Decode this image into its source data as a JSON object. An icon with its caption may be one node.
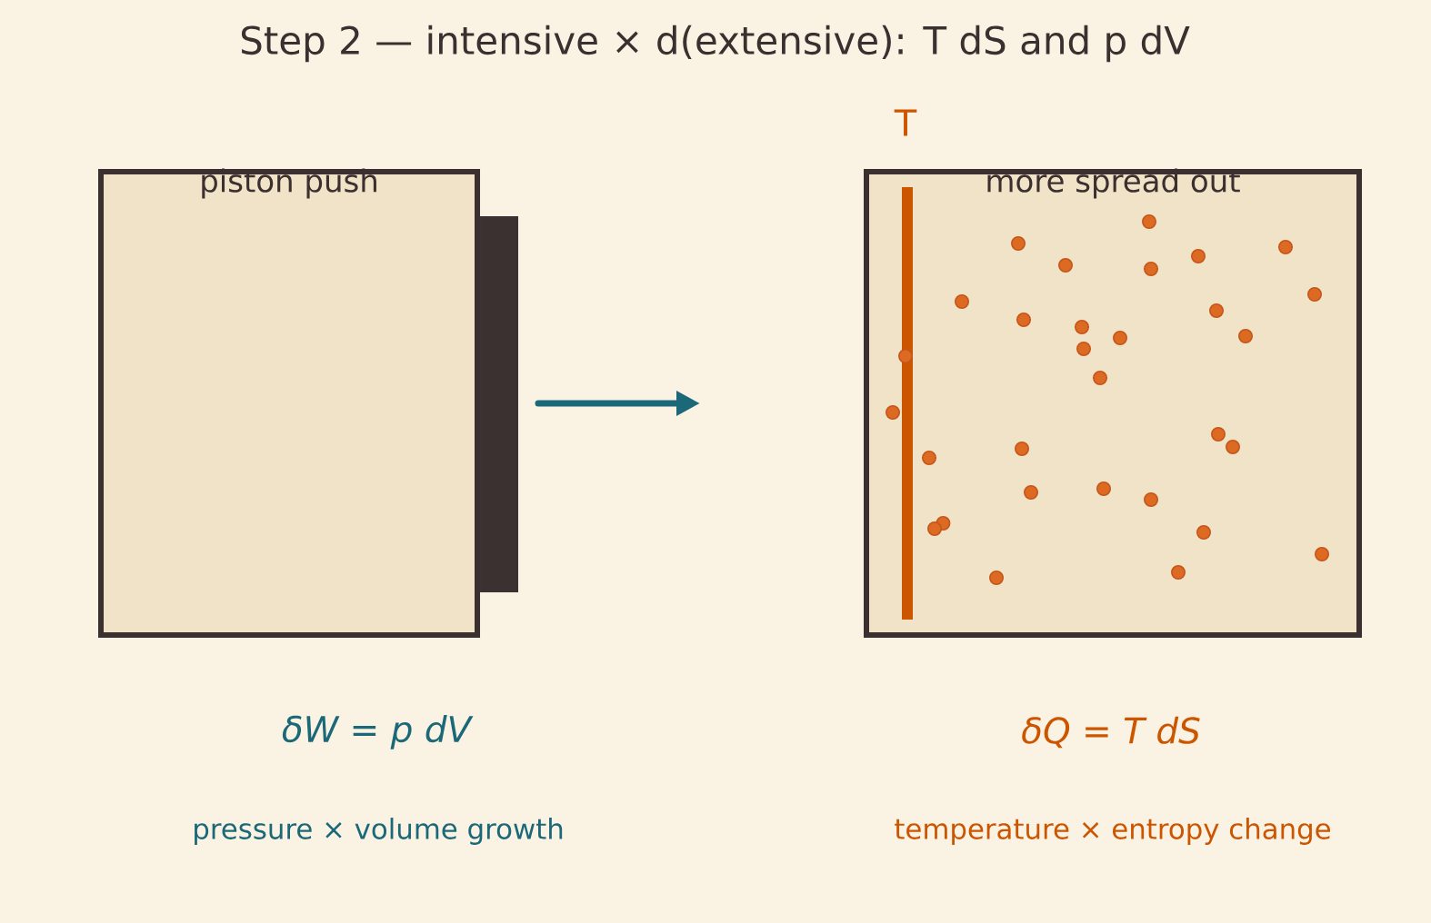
{
  "diagram": {
    "title": "Step 2 — intensive × d(extensive): T dS and p dV",
    "nodes": [
      {
        "text": [
          "piston push"
        ]
      },
      {
        "text": [
          "more spread out"
        ]
      }
    ],
    "labels": [
      "T",
      "δW = p dV",
      "δQ = T dS",
      "pressure × volume growth",
      "temperature × entropy change"
    ]
  }
}
